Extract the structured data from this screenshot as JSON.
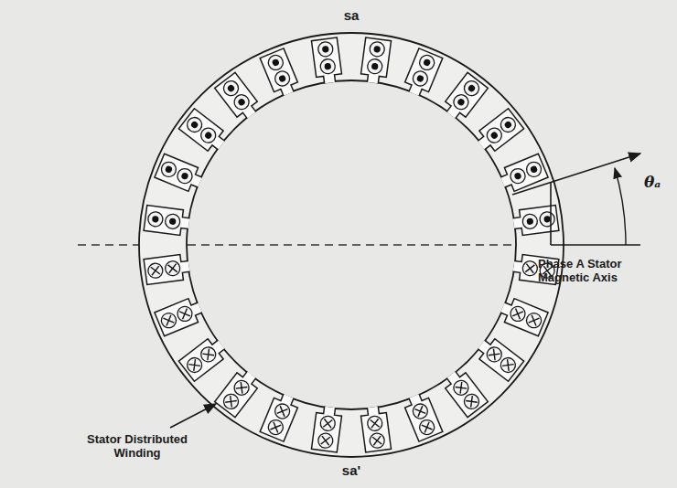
{
  "diagram": {
    "labels": [
      "sa",
      "θₐ",
      "Phase A Stator Magnetic Axis",
      "sa'",
      "Stator Distributed Winding"
    ]
  }
}
